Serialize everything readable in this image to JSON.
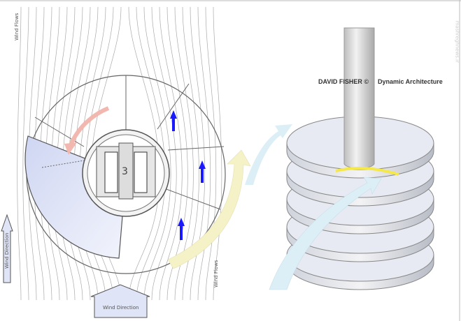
{
  "plan": {
    "wind_flows_top": "Wind Flows",
    "wind_flows_bottom": "Wind Flows",
    "wind_direction_left": "Wind Direction",
    "wind_direction_bottom": "Wind Direction",
    "core_label": "3"
  },
  "perspective": {
    "author": "DAVID FISHER ©",
    "title": "Dynamic Architecture"
  },
  "watermark": "mashreghnews.ir",
  "colors": {
    "wedge": "#dfe4f7",
    "blue_arrow": "#1a1aff",
    "yellow_arrow": "#f6f2c8",
    "light_blue_arrow": "#dceef6",
    "red_arrow": "#f2b8b0"
  }
}
